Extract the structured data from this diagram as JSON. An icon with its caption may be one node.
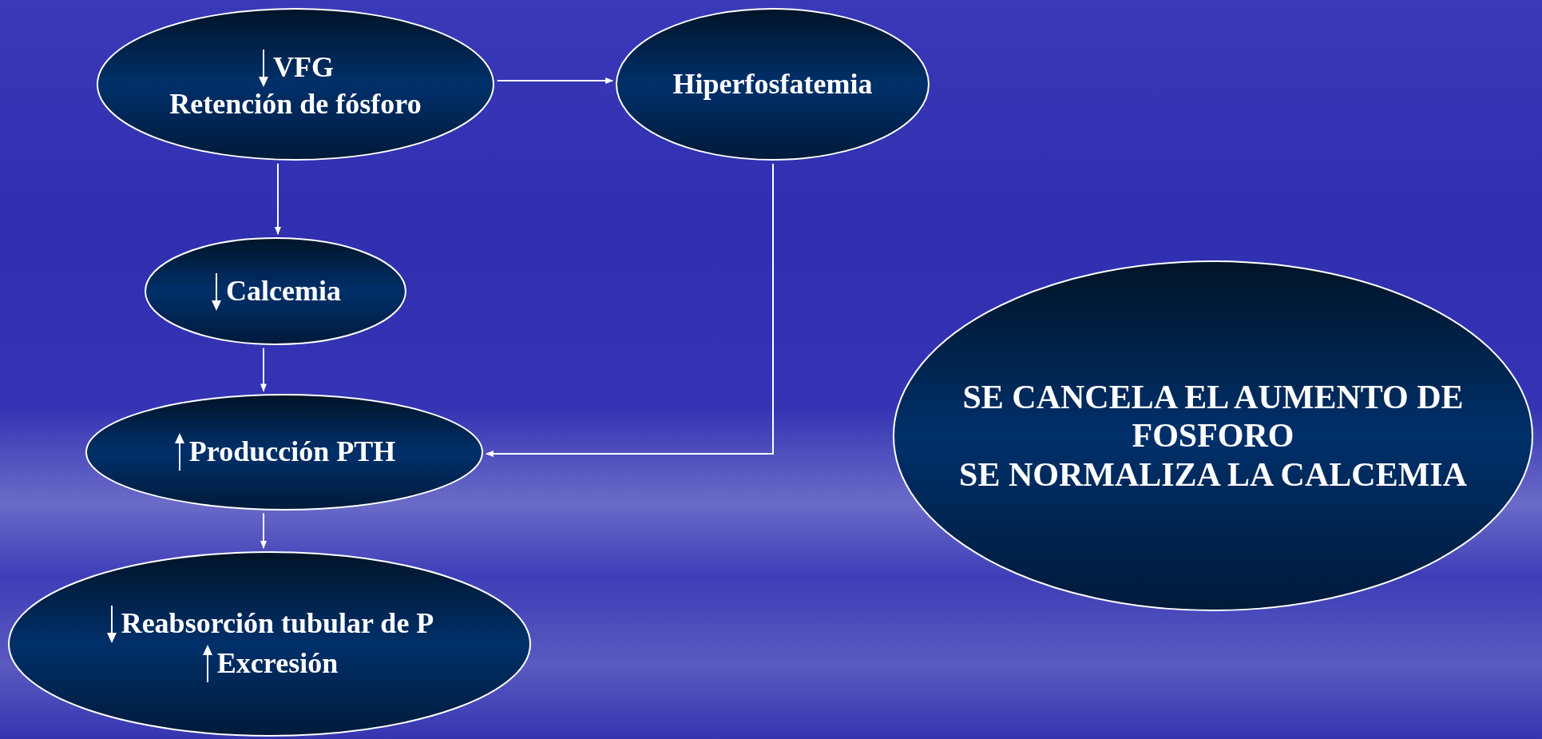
{
  "diagram": {
    "nodes": [
      {
        "text": [
          "VFG",
          "Retención de fósforo"
        ]
      },
      {
        "text": [
          "Hiperfosfatemia"
        ]
      },
      {
        "text": [
          "Calcemia"
        ]
      },
      {
        "text": [
          "Producción PTH"
        ]
      },
      {
        "text": [
          "Reabsorción tubular de P",
          "Excresión"
        ]
      },
      {
        "text": [
          "SE CANCELA EL AUMENTO DE FOSFORO",
          "SE NORMALIZA LA CALCEMIA"
        ]
      }
    ],
    "edges": [
      {
        "from": 0,
        "to": 1,
        "arrow": "to"
      },
      {
        "from": 0,
        "to": 2,
        "arrow": "to"
      },
      {
        "from": 2,
        "to": 3,
        "arrow": "to"
      },
      {
        "from": 1,
        "to": 3,
        "arrow": "to"
      },
      {
        "from": 3,
        "to": 4,
        "arrow": "to"
      }
    ]
  }
}
